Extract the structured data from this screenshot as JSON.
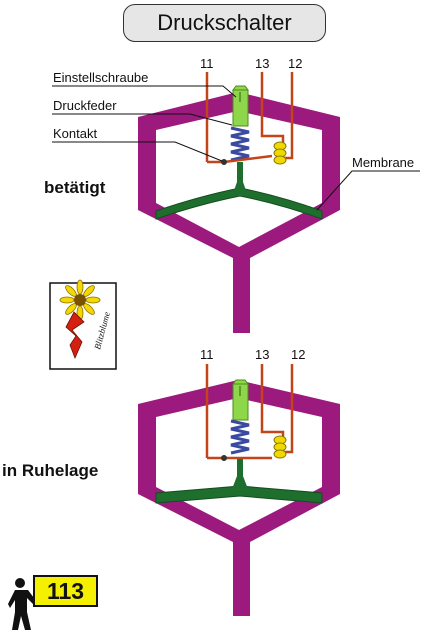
{
  "title": "Druckschalter",
  "labels": {
    "adjust_screw": "Einstellschraube",
    "pressure_spring": "Druckfeder",
    "contact": "Kontakt",
    "membrane": "Membrane"
  },
  "states": {
    "actuated": "betätigt",
    "rest": "in Ruhelage"
  },
  "terminals": [
    "11",
    "13",
    "12"
  ],
  "logo_text": "Blitzblume",
  "page_number": "113",
  "colors": {
    "housing": "#9c1a7e",
    "membrane": "#1e6e2e",
    "screw": "#8ed64a",
    "spring": "#3a4aa0",
    "wire": "#c24418",
    "contact_yellow": "#f0d800",
    "title_bg": "#e6e6e6",
    "badge_bg": "#f5f000"
  }
}
